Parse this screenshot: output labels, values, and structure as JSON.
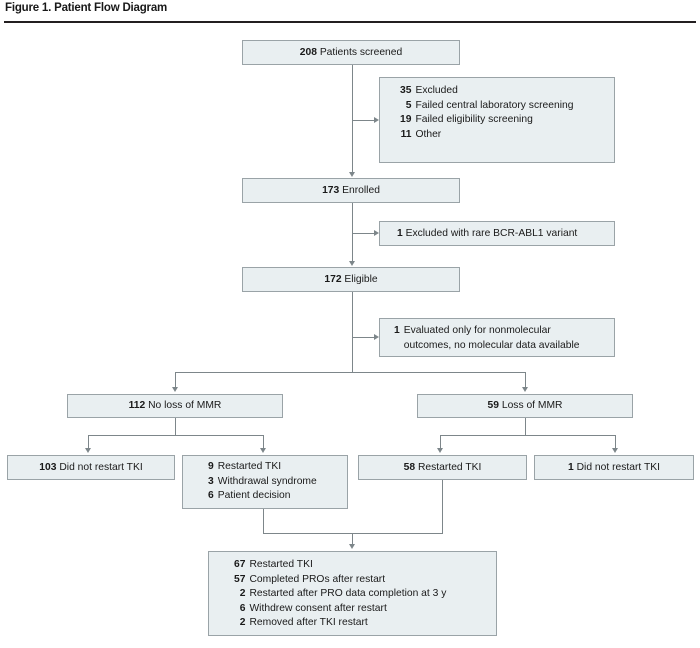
{
  "figure": {
    "title": "Figure 1. Patient Flow Diagram"
  },
  "colors": {
    "box_fill": "#e9eff1",
    "box_border": "#9aa3a7",
    "connector": "#7d868a",
    "text": "#231f20",
    "rule": "#231f20"
  },
  "nodes": {
    "screened": {
      "count": "208",
      "label": "Patients screened"
    },
    "excluded": {
      "count": "35",
      "label": "Excluded",
      "items": [
        {
          "count": "5",
          "label": "Failed central laboratory screening"
        },
        {
          "count": "19",
          "label": "Failed eligibility screening"
        },
        {
          "count": "11",
          "label": "Other"
        }
      ]
    },
    "enrolled": {
      "count": "173",
      "label": "Enrolled"
    },
    "excluded_variant": {
      "count": "1",
      "label": "Excluded with rare BCR-ABL1 variant"
    },
    "eligible": {
      "count": "172",
      "label": "Eligible"
    },
    "nonmolecular": {
      "count": "1",
      "label_line1": "Evaluated only for nonmolecular",
      "label_line2": "outcomes, no molecular data available"
    },
    "no_loss_mmr": {
      "count": "112",
      "label": "No loss of MMR"
    },
    "loss_mmr": {
      "count": "59",
      "label": "Loss of MMR"
    },
    "no_restart_left": {
      "count": "103",
      "label": "Did not restart TKI"
    },
    "restarted_left": {
      "count": "9",
      "label": "Restarted TKI",
      "items": [
        {
          "count": "3",
          "label": "Withdrawal syndrome"
        },
        {
          "count": "6",
          "label": "Patient decision"
        }
      ]
    },
    "restarted_right": {
      "count": "58",
      "label": "Restarted TKI"
    },
    "no_restart_right": {
      "count": "1",
      "label": "Did not restart TKI"
    },
    "restarted_total": {
      "count": "67",
      "label": "Restarted TKI",
      "items": [
        {
          "count": "57",
          "label": "Completed PROs after restart"
        },
        {
          "count": "2",
          "label": "Restarted after PRO data completion at 3 y"
        },
        {
          "count": "6",
          "label": "Withdrew consent after restart"
        },
        {
          "count": "2",
          "label": "Removed after TKI restart"
        }
      ]
    }
  }
}
